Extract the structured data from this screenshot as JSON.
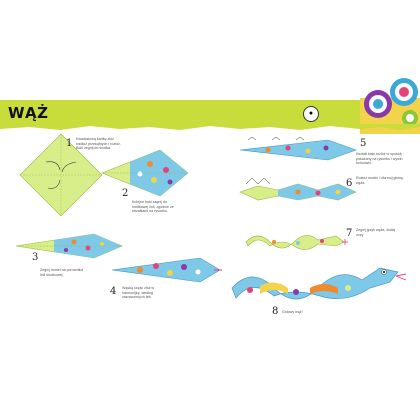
{
  "header": {
    "title": "WĄŻ",
    "page_badge": "●"
  },
  "steps": [
    {
      "number": "1",
      "caption": "Kwadratową kartkę złóż wzdłuż przekątnych i rozłóż. Boki zegnij do środka."
    },
    {
      "number": "2",
      "caption": "Kolejne boki zagnij do środkowej linii, zgodnie ze strzałkami na rysunku."
    },
    {
      "number": "3",
      "caption": "Zegnij model na pół wzdłuż linii środkowej."
    },
    {
      "number": "4",
      "caption": "Wąską część złóż w harmonijkę, według zaznaczonych linii."
    },
    {
      "number": "5",
      "caption": "Kształt łuski rozłóż w sposób pokazany na rysunku i wywiń końcówki."
    },
    {
      "number": "6",
      "caption": "Rozłóż model i uformuj głowę węża."
    },
    {
      "number": "7",
      "caption": "Zegnij język węża, dodaj oczy."
    },
    {
      "number": "8",
      "caption": "Gotowy wąż!"
    }
  ],
  "colors": {
    "banner": "#c8dc3c",
    "paper_light": "#d8ee8a",
    "paper_pattern": "#7ec8e8",
    "accent_pink": "#e8407a",
    "accent_orange": "#f08a2c"
  }
}
